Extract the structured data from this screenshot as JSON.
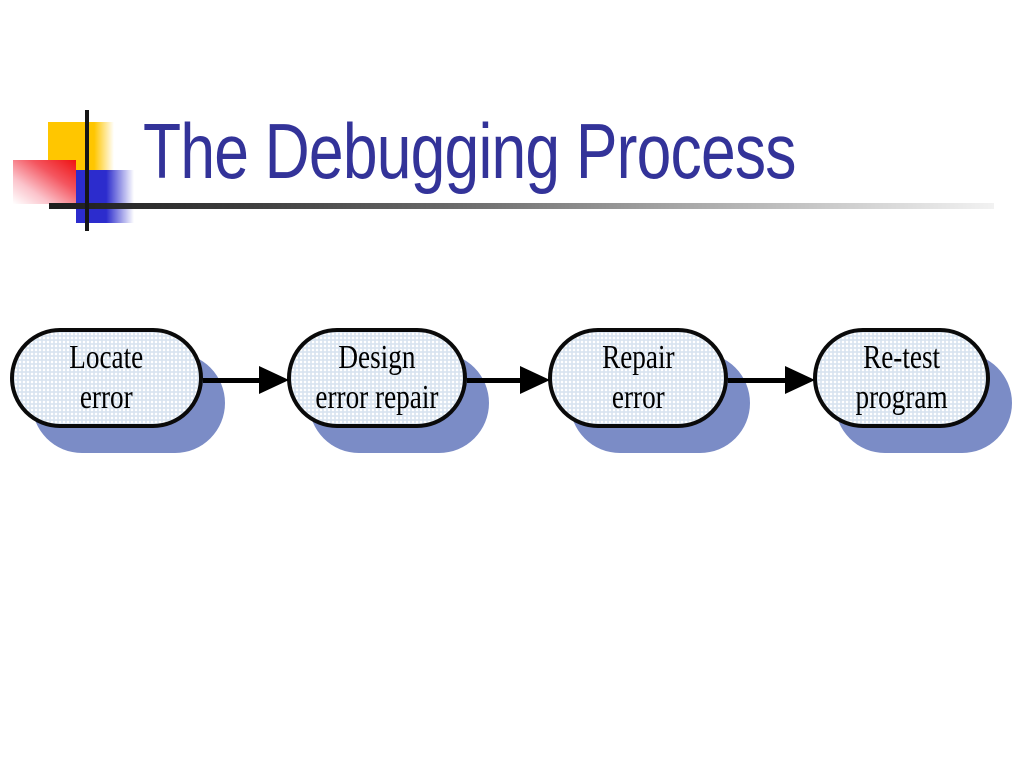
{
  "slide": {
    "title": "The Debugging Process"
  },
  "colors": {
    "title_text": "#333399",
    "rule_gradient_start": "#1d1d1d",
    "rule_gradient_end": "#f2f2f2",
    "accent_yellow": "#ffc600",
    "accent_red": "#ef1111",
    "accent_blue": "#2c2ccd",
    "node_fill": "#d9e4f0",
    "node_border": "#0a0a0a",
    "node_shadow": "#7b8cc6",
    "arrow": "#000000"
  },
  "flowchart": {
    "direction": "left-to-right",
    "connector_style": "solid-arrow-right",
    "nodes": [
      {
        "id": "locate-error",
        "label": "Locate\nerror"
      },
      {
        "id": "design-error-repair",
        "label": "Design\nerror repair"
      },
      {
        "id": "repair-error",
        "label": "Repair\nerror"
      },
      {
        "id": "re-test-program",
        "label": "Re-test\nprogram"
      }
    ],
    "edges": [
      {
        "from": "locate-error",
        "to": "design-error-repair"
      },
      {
        "from": "design-error-repair",
        "to": "repair-error"
      },
      {
        "from": "repair-error",
        "to": "re-test-program"
      }
    ]
  }
}
